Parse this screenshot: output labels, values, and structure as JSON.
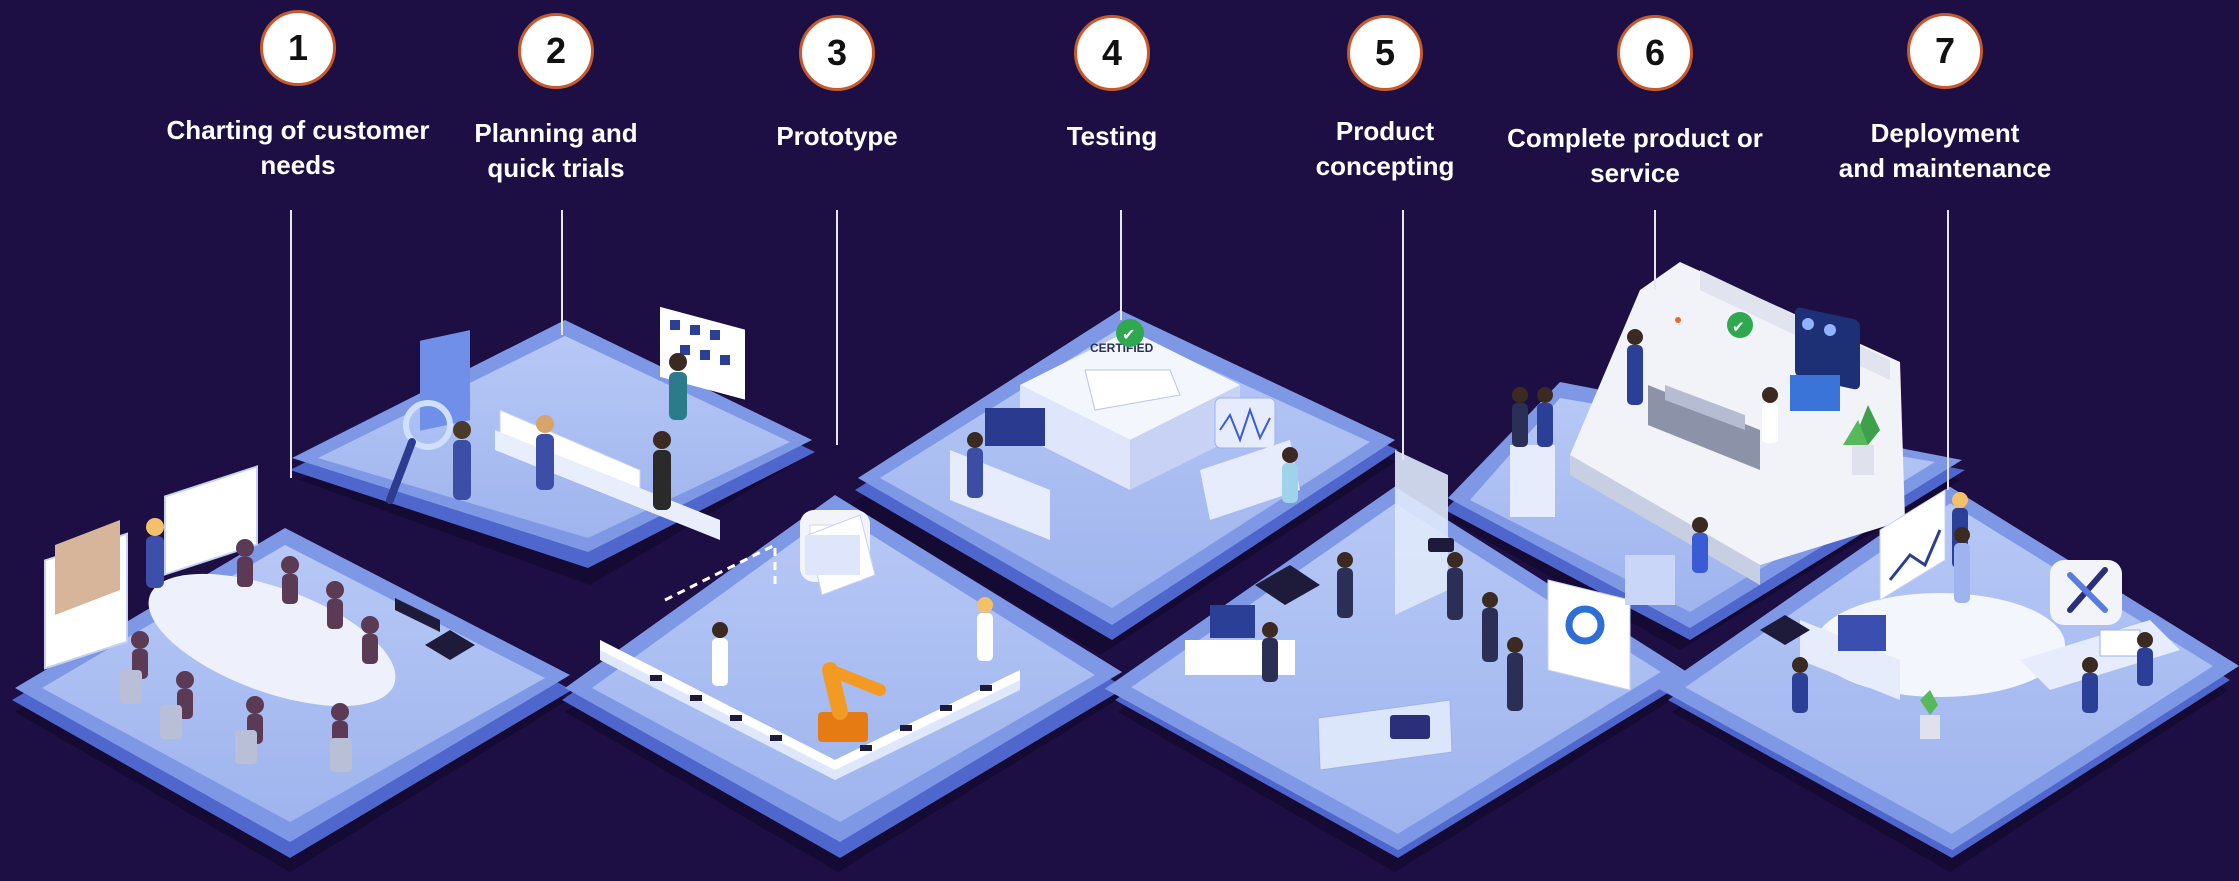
{
  "colors": {
    "background": "#1d0e44",
    "platform_top": "#a9bdf2",
    "platform_rim": "#7f98e6",
    "platform_side": "#4f66cc",
    "platform_shadow": "#150a33",
    "number_ring": "#c65a2c",
    "label_text": "#ffffff"
  },
  "steps": [
    {
      "number": "1",
      "label_lines": [
        "Charting of customer",
        "needs"
      ],
      "scene": "meeting-room"
    },
    {
      "number": "2",
      "label_lines": [
        "Planning and",
        "quick trials"
      ],
      "scene": "planning-lab"
    },
    {
      "number": "3",
      "label_lines": [
        "Prototype"
      ],
      "scene": "robot-production-line"
    },
    {
      "number": "4",
      "label_lines": [
        "Testing"
      ],
      "scene": "certification-testing"
    },
    {
      "number": "5",
      "label_lines": [
        "Product",
        "concepting"
      ],
      "scene": "photo-studio-presentation"
    },
    {
      "number": "6",
      "label_lines": [
        "Complete product or",
        "service"
      ],
      "scene": "finished-product-showroom"
    },
    {
      "number": "7",
      "label_lines": [
        "Deployment",
        "and maintenance"
      ],
      "scene": "support-office"
    }
  ],
  "scene_badges": {
    "certified_text": "CERTIFIED"
  }
}
